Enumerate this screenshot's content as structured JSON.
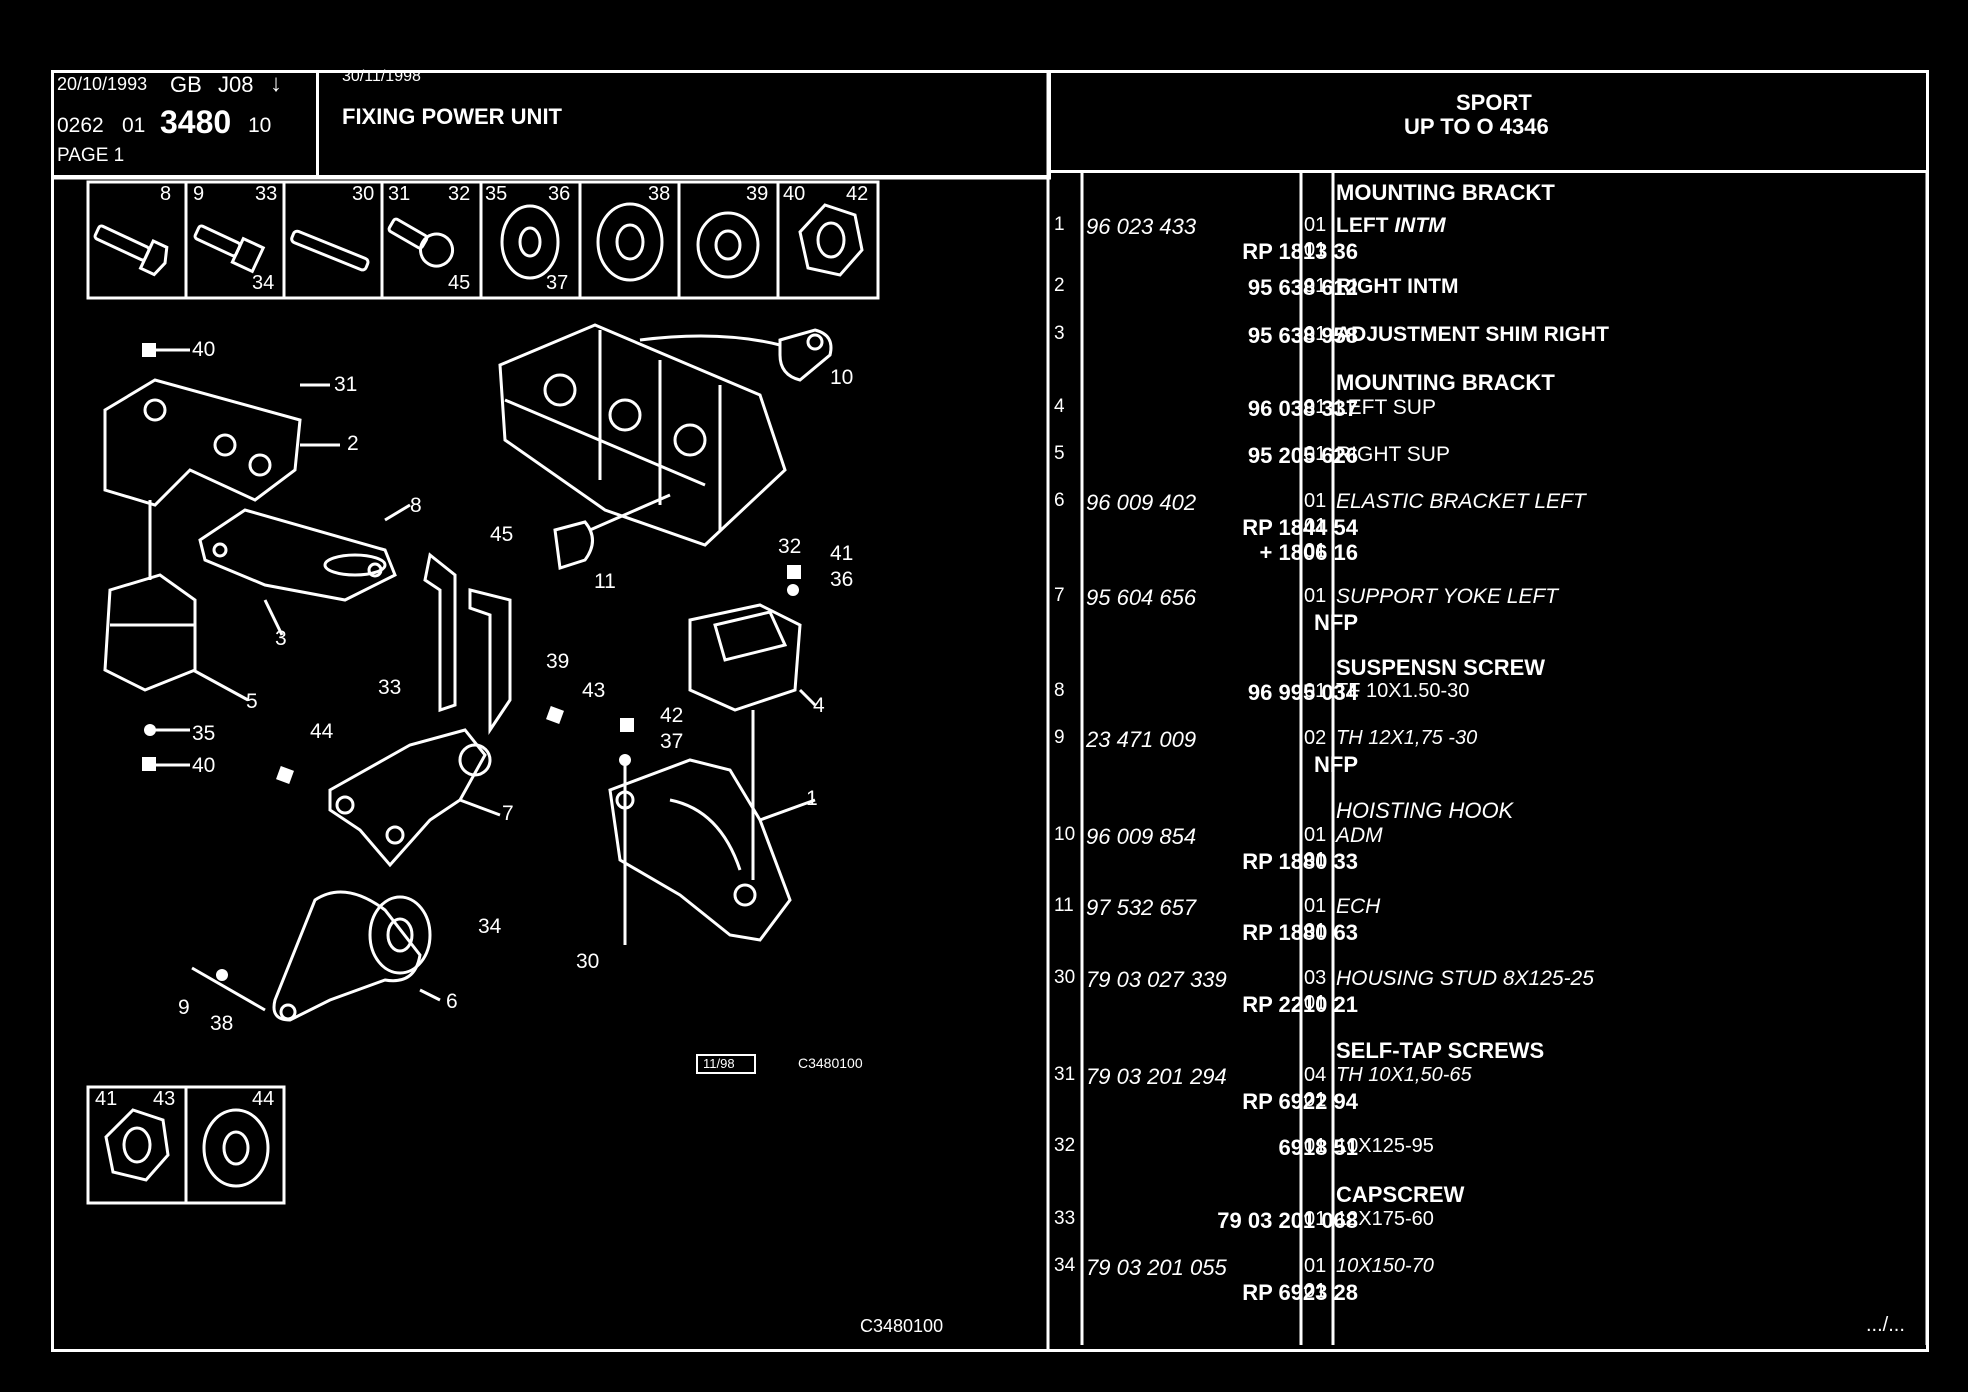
{
  "header": {
    "date1": "20/10/1993",
    "lang": "GB",
    "code": "J08",
    "arrow": "↓",
    "ref_a": "0262",
    "ref_b": "01",
    "ref_main": "3480",
    "ref_c": "10",
    "page": "PAGE 1",
    "date2": "30/11/1998",
    "title": "FIXING POWER UNIT",
    "model": "SPORT",
    "serial_range": "UP TO O  4346"
  },
  "thumb_labels": [
    "8",
    "9",
    "33",
    "34",
    "30",
    "31",
    "32",
    "45",
    "35",
    "36",
    "37",
    "38",
    "39",
    "40",
    "42"
  ],
  "small_thumb_labels": [
    "41",
    "43",
    "44"
  ],
  "callouts": [
    "40",
    "31",
    "2",
    "10",
    "8",
    "3",
    "45",
    "11",
    "32",
    "41",
    "36",
    "5",
    "33",
    "39",
    "43",
    "4",
    "35",
    "40",
    "44",
    "42",
    "37",
    "1",
    "7",
    "34",
    "30",
    "9",
    "38",
    "6"
  ],
  "drawing_codes": {
    "date_box": "11/98",
    "code1": "C3480100",
    "code2": "C3480100"
  },
  "parts": [
    {
      "ref": "1",
      "lines": [
        {
          "pn": "96 023 433",
          "italic": true,
          "qty": "01"
        },
        {
          "pn": "RP  1813 36",
          "qty": "01",
          "right": true
        }
      ],
      "heading": "MOUNTING BRACKT",
      "desc": "LEFT",
      "desc_i": "INTM"
    },
    {
      "ref": "2",
      "lines": [
        {
          "pn": "95 638 612",
          "qty": "01",
          "right": true
        }
      ],
      "desc": "RIGHT INTM"
    },
    {
      "ref": "3",
      "lines": [
        {
          "pn": "95 638 958",
          "qty": "01",
          "right": true
        }
      ],
      "desc": "ADJUSTMENT SHIM RIGHT"
    },
    {
      "ref": "4",
      "lines": [
        {
          "pn": "96 038 337",
          "qty": "01",
          "right": true
        }
      ],
      "heading": "MOUNTING BRACKT",
      "desc": "LEFT SUP"
    },
    {
      "ref": "5",
      "lines": [
        {
          "pn": "95 205 626",
          "qty": "01",
          "right": true
        }
      ],
      "desc": "RIGHT SUP"
    },
    {
      "ref": "6",
      "lines": [
        {
          "pn": "96 009 402",
          "italic": true,
          "qty": "01"
        },
        {
          "pn": "RP  1844 54",
          "qty": "01",
          "right": true
        },
        {
          "pn": "+  1806 16",
          "qty": "01",
          "right": true
        }
      ],
      "desc_i": "ELASTIC BRACKET LEFT"
    },
    {
      "ref": "7",
      "lines": [
        {
          "pn": "95 604 656",
          "italic": true,
          "qty": "01"
        },
        {
          "pn": "NFP",
          "right": true
        }
      ],
      "desc_i": "SUPPORT YOKE LEFT"
    },
    {
      "ref": "8",
      "lines": [
        {
          "pn": "96 995 034",
          "qty": "01",
          "right": true
        }
      ],
      "heading": "SUSPENSN SCREW",
      "desc": "TF 10X1.50-30"
    },
    {
      "ref": "9",
      "lines": [
        {
          "pn": "23 471 009",
          "italic": true,
          "qty": "02"
        },
        {
          "pn": "NFP",
          "right": true
        }
      ],
      "desc_i": "TH 12X1,75 -30"
    },
    {
      "ref": "10",
      "lines": [
        {
          "pn": "96 009 854",
          "italic": true,
          "qty": "01"
        },
        {
          "pn": "RP  1880 33",
          "qty": "01",
          "right": true
        }
      ],
      "heading_i": "HOISTING HOOK",
      "desc_i": "ADM"
    },
    {
      "ref": "11",
      "lines": [
        {
          "pn": "97 532 657",
          "italic": true,
          "qty": "01"
        },
        {
          "pn": "RP  1880 63",
          "qty": "01",
          "right": true
        }
      ],
      "desc_i": "ECH"
    },
    {
      "ref": "30",
      "lines": [
        {
          "pn": "79 03 027 339",
          "italic": true,
          "qty": "03"
        },
        {
          "pn": "RP  2210 21",
          "qty": "01",
          "right": true
        }
      ],
      "desc_i": "HOUSING STUD 8X125-25"
    },
    {
      "ref": "31",
      "lines": [
        {
          "pn": "79 03 201 294",
          "italic": true,
          "qty": "04"
        },
        {
          "pn": "RP  6922 94",
          "qty": "01",
          "right": true
        }
      ],
      "heading": "SELF-TAP SCREWS",
      "desc_i": "TH 10X1,50-65"
    },
    {
      "ref": "32",
      "lines": [
        {
          "pn": "6918 51",
          "qty": "01",
          "right": true
        }
      ],
      "desc": "10X125-95"
    },
    {
      "ref": "33",
      "lines": [
        {
          "pn": "79 03 201 068",
          "qty": "01",
          "right": true
        }
      ],
      "heading": "CAPSCREW",
      "desc": "12X175-60"
    },
    {
      "ref": "34",
      "lines": [
        {
          "pn": "79 03 201 055",
          "italic": true,
          "qty": "01"
        },
        {
          "pn": "RP  6923 28",
          "qty": "01",
          "right": true
        }
      ],
      "desc_i": "10X150-70"
    }
  ],
  "continuation": ".../..."
}
